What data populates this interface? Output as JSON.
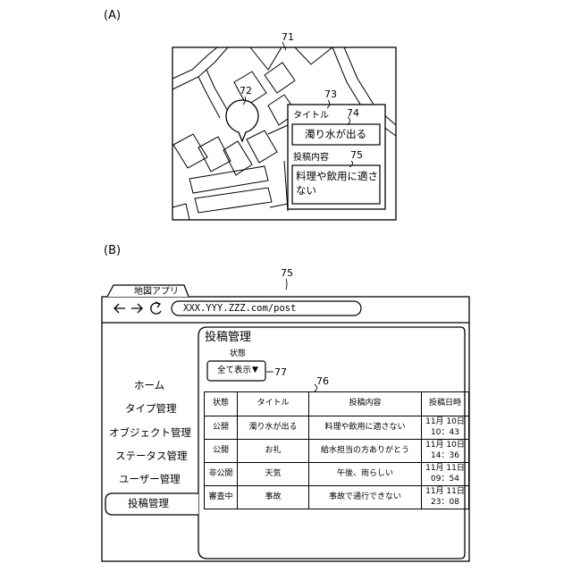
{
  "figure": {
    "panel_a_label": "(A)",
    "panel_b_label": "(B)",
    "refs": {
      "map": "71",
      "pin": "72",
      "popup": "73",
      "title_box": "74",
      "content_box": "75",
      "browser": "75",
      "table": "76",
      "dropdown": "77"
    }
  },
  "map_popup": {
    "title_label": "タイトル",
    "title_value": "濁り水が出る",
    "content_label": "投稿内容",
    "content_value_line1": "料理や飲用に適さ",
    "content_value_line2": "ない"
  },
  "browser": {
    "tab_title": "地図アプリ",
    "url": "XXX.YYY.ZZZ.com/post",
    "back_icon": "arrow-left-icon",
    "forward_icon": "arrow-right-icon",
    "reload_icon": "reload-icon"
  },
  "sidebar": {
    "items": [
      {
        "label": "ホーム"
      },
      {
        "label": "タイプ管理"
      },
      {
        "label": "オブジェクト管理"
      },
      {
        "label": "ステータス管理"
      },
      {
        "label": "ユーザー管理"
      },
      {
        "label": "投稿管理"
      }
    ]
  },
  "main": {
    "heading": "投稿管理",
    "filter_label": "状態",
    "filter_value": "全て表示",
    "filter_arrow": "▼",
    "table": {
      "headers": [
        "状態",
        "タイトル",
        "投稿内容",
        "投稿日時"
      ],
      "rows": [
        {
          "status": "公開",
          "title": "濁り水が出る",
          "content": "料理や飲用に適さない",
          "date": "11月 10日",
          "time": "10：43"
        },
        {
          "status": "公開",
          "title": "お礼",
          "content": "給水担当の方ありがとう",
          "date": "11月 10日",
          "time": "14：36"
        },
        {
          "status": "非公開",
          "title": "天気",
          "content": "午後、雨らしい",
          "date": "11月 11日",
          "time": "09：54"
        },
        {
          "status": "審査中",
          "title": "事故",
          "content": "事故で通行できない",
          "date": "11月 11日",
          "time": "23：08"
        }
      ]
    }
  }
}
